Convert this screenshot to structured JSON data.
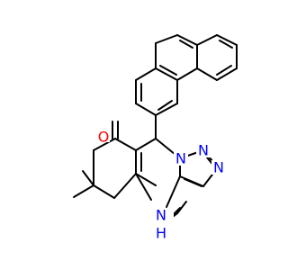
{
  "colors": {
    "bond": "#000000",
    "oxygen": "#ff0000",
    "nitrogen": "#0000ff",
    "background": "#ffffff"
  },
  "atoms": {
    "oxygen_label": "O",
    "n_right": "N",
    "n_top": "N",
    "n_bottom_right": "N",
    "nh_label": "N",
    "nh_h": "H"
  }
}
